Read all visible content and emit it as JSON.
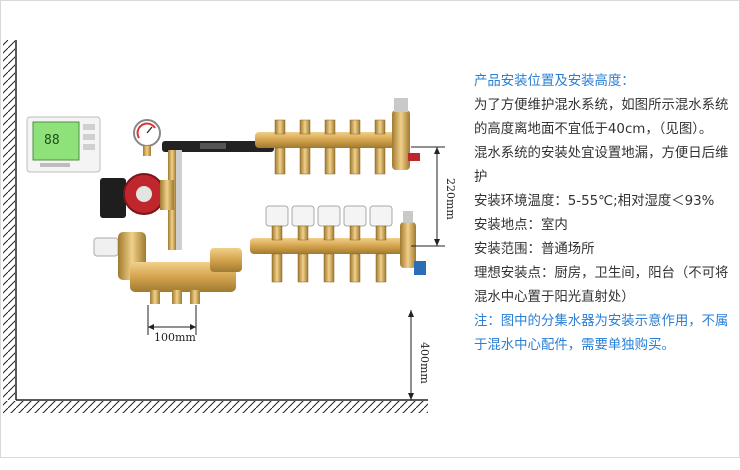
{
  "labels": {
    "width_100": "100mm",
    "height_220": "220mm",
    "height_400": "400mm"
  },
  "panel": {
    "title": "产品安装位置及安装高度：",
    "lines": [
      "为了方便维护混水系统，如图所示混水系统的高度离地面不宜低于40cm，（见图）。",
      "混水系统的安装处宜设置地漏，方便日后维护",
      "安装环境温度：5-55℃;相对湿度＜93%",
      "安装地点：室内",
      "安装范围：普通场所",
      "理想安装点：厨房，卫生间，阳台（不可将混水中心置于阳光直射处）"
    ],
    "note": "注：图中的分集水器为安装示意作用，不属于混水中心配件，需要单独购买。"
  },
  "colors": {
    "accent_blue": "#2a7fd4",
    "brass": "#d7ad5a",
    "pump_red": "#c0272d"
  }
}
